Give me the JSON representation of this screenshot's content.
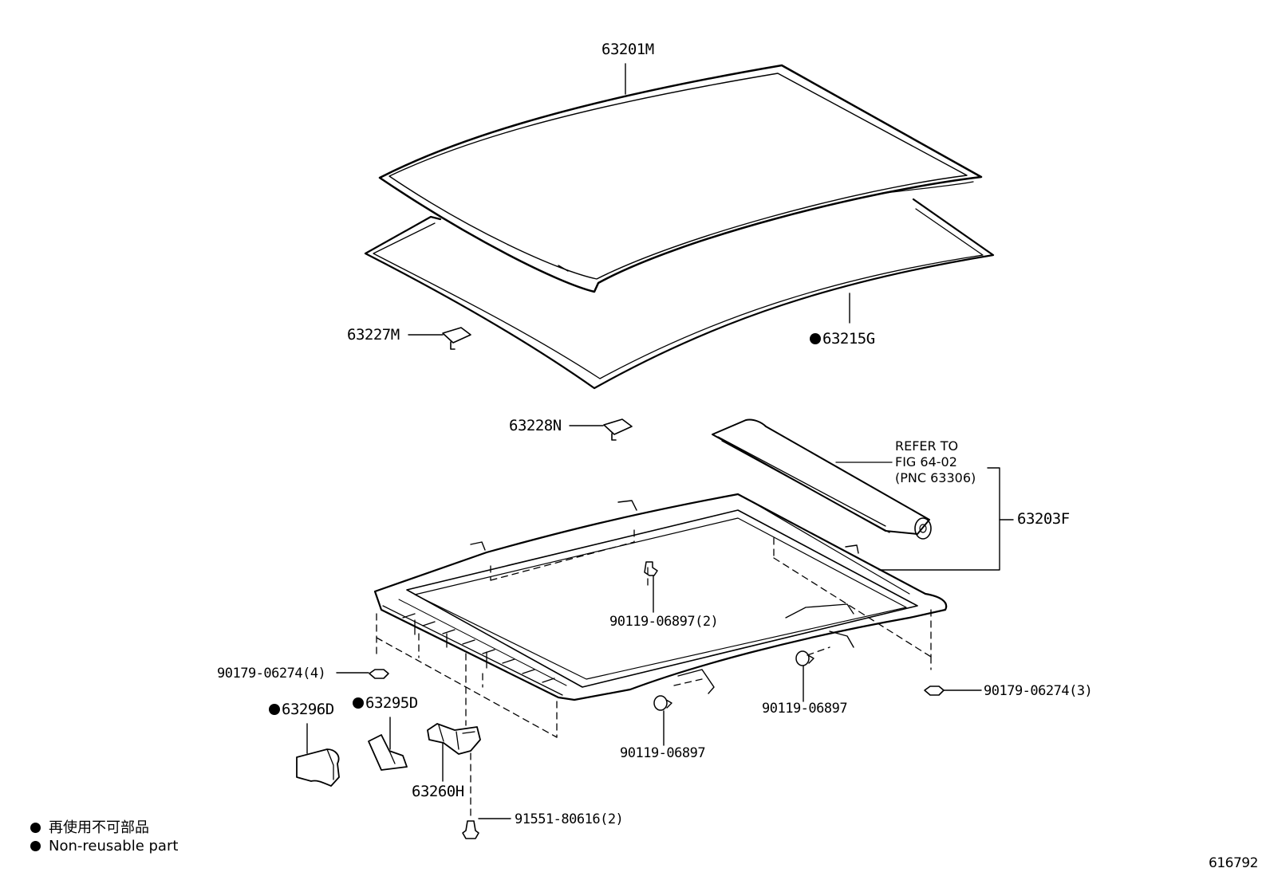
{
  "labels": {
    "glass": "63201M",
    "glass_weatherstrip": "63215G",
    "bracket_front": "63227M",
    "bracket_rear": "63228N",
    "housing": "63203F",
    "refer_note": "REFER TO\nFIG 64-02\n(PNC 63306)",
    "bolt_center": "90119-06897(2)",
    "nut_left": "90179-06274(4)",
    "nut_right": "90179-06274(3)",
    "bolt_right": "90119-06897",
    "bolt_bottom": "90119-06897",
    "cushion_a": "63296D",
    "cushion_b": "63295D",
    "drain": "63260H",
    "screw": "91551-80616(2)"
  },
  "legend": {
    "jp": "再使用不可部品",
    "en": "Non-reusable part"
  },
  "illustration_id": "616792"
}
